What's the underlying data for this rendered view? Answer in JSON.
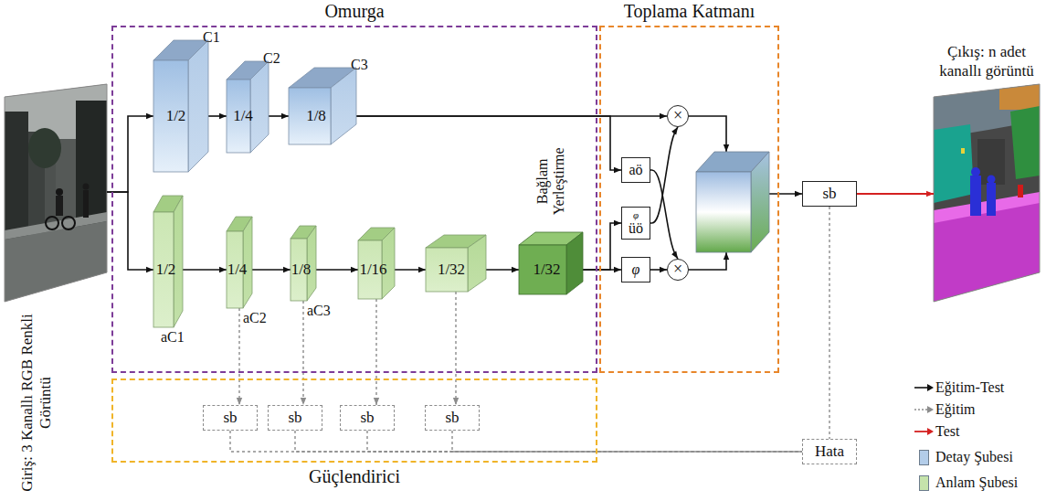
{
  "diagram": {
    "nodes": [
      {
        "text": [
          "Giriş: 3 Kanallı RGB Renkli Görüntü"
        ]
      },
      {
        "text": [
          "Omurga"
        ]
      },
      {
        "text": [
          "C1",
          "1/2"
        ],
        "in": 1
      },
      {
        "text": [
          "C2",
          "1/4"
        ],
        "in": 1
      },
      {
        "text": [
          "C3",
          "1/8"
        ],
        "in": 1
      },
      {
        "text": [
          "1/2",
          "aC1"
        ],
        "in": 1
      },
      {
        "text": [
          "1/4",
          "aC2"
        ],
        "in": 1
      },
      {
        "text": [
          "1/8",
          "aC3"
        ],
        "in": 1
      },
      {
        "text": [
          "1/16"
        ],
        "in": 1
      },
      {
        "text": [
          "1/32"
        ],
        "in": 1
      },
      {
        "text": [
          "Bağlam Yerleştirme",
          "1/32"
        ],
        "in": 1
      },
      {
        "text": [
          "Toplama Katmanı"
        ]
      },
      {
        "text": [
          "aö"
        ],
        "in": 11
      },
      {
        "text": [
          "φ",
          "üö"
        ],
        "in": 11
      },
      {
        "text": [
          "φ"
        ],
        "in": 11
      },
      {
        "text": [
          "×"
        ],
        "in": 11
      },
      {
        "text": [
          "×"
        ],
        "in": 11
      },
      {
        "in": 11
      },
      {
        "text": [
          "Güçlendirici"
        ]
      },
      {
        "text": [
          "sb"
        ],
        "in": 18
      },
      {
        "text": [
          "sb"
        ],
        "in": 18
      },
      {
        "text": [
          "sb"
        ],
        "in": 18
      },
      {
        "text": [
          "sb"
        ],
        "in": 18
      },
      {
        "text": [
          "sb"
        ]
      },
      {
        "text": [
          "Hata"
        ]
      },
      {
        "text": [
          "Çıkış: n adet kanallı görüntü"
        ]
      }
    ],
    "edges": [
      {
        "from": 0,
        "to": 2,
        "arrow": "to"
      },
      {
        "from": 0,
        "to": 5,
        "arrow": "to"
      },
      {
        "from": 2,
        "to": 3,
        "arrow": "to"
      },
      {
        "from": 3,
        "to": 4,
        "arrow": "to"
      },
      {
        "from": 5,
        "to": 6,
        "arrow": "to"
      },
      {
        "from": 6,
        "to": 7,
        "arrow": "to"
      },
      {
        "from": 7,
        "to": 8,
        "arrow": "to"
      },
      {
        "from": 8,
        "to": 9,
        "arrow": "to"
      },
      {
        "from": 9,
        "to": 10,
        "arrow": "to"
      },
      {
        "from": 4,
        "to": 15,
        "arrow": "to"
      },
      {
        "from": 4,
        "to": 12,
        "arrow": "to"
      },
      {
        "from": 10,
        "to": 13,
        "arrow": "to"
      },
      {
        "from": 10,
        "to": 14,
        "arrow": "to"
      },
      {
        "from": 12,
        "to": 16,
        "arrow": "to"
      },
      {
        "from": 13,
        "to": 15,
        "arrow": "to"
      },
      {
        "from": 14,
        "to": 16,
        "arrow": "to"
      },
      {
        "from": 15,
        "to": 17,
        "arrow": "to"
      },
      {
        "from": 16,
        "to": 17,
        "arrow": "to"
      },
      {
        "from": 17,
        "to": 23,
        "arrow": "to"
      },
      {
        "from": 23,
        "to": 25,
        "arrow": "to"
      },
      {
        "from": 23,
        "to": 24,
        "arrow": "none"
      },
      {
        "from": 6,
        "to": 19,
        "arrow": "to"
      },
      {
        "from": 7,
        "to": 20,
        "arrow": "to"
      },
      {
        "from": 8,
        "to": 21,
        "arrow": "to"
      },
      {
        "from": 9,
        "to": 22,
        "arrow": "to"
      },
      {
        "from": 19,
        "to": 24,
        "arrow": "none"
      },
      {
        "from": 20,
        "to": 24,
        "arrow": "none"
      },
      {
        "from": 21,
        "to": 24,
        "arrow": "none"
      },
      {
        "from": 22,
        "to": 24,
        "arrow": "none"
      }
    ],
    "legend": [
      {
        "text": "Eğitim-Test"
      },
      {
        "text": "Eğitim"
      },
      {
        "text": "Test"
      },
      {
        "text": "Detay Şubesi",
        "color": "#b3cde9"
      },
      {
        "text": "Anlam Şubesi",
        "color": "#c5e3ab"
      }
    ]
  }
}
